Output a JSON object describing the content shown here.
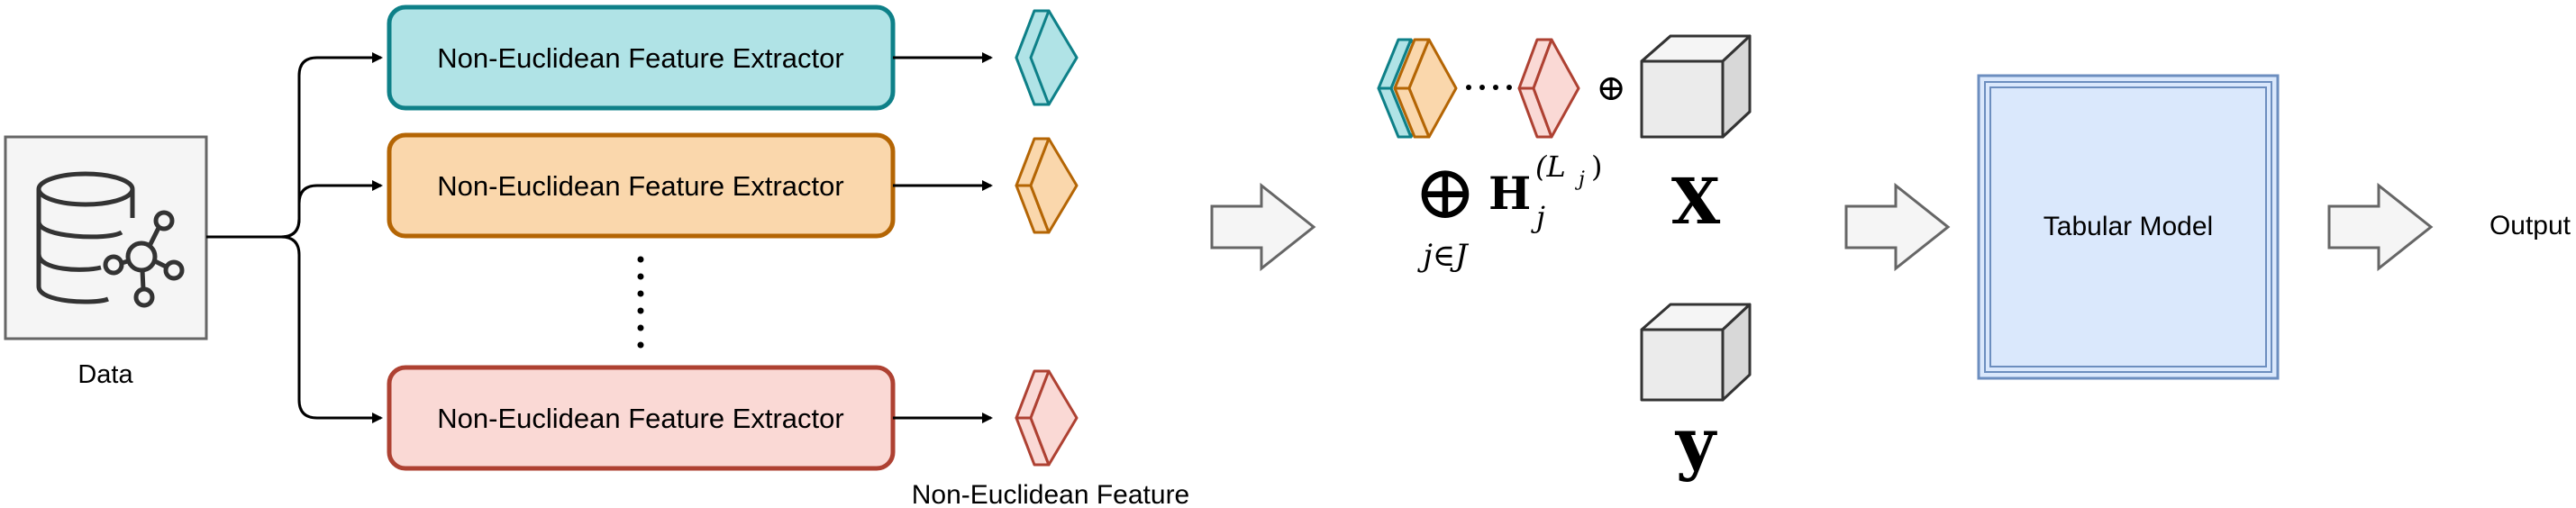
{
  "data_label": "Data",
  "extractors": [
    {
      "label": "Non-Euclidean Feature Extractor",
      "fill": "#b0e3e6",
      "stroke": "#0e8088"
    },
    {
      "label": "Non-Euclidean Feature Extractor",
      "fill": "#fad7ac",
      "stroke": "#b46504"
    },
    {
      "label": "Non-Euclidean Feature Extractor",
      "fill": "#fad9d5",
      "stroke": "#ae4132"
    }
  ],
  "feature_label": "Non-Euclidean Feature",
  "math": {
    "oplus": "⊕",
    "H": "H",
    "j_sub": "j",
    "L": "(L",
    "L_sub": "j",
    "L_close": ")",
    "j_in_J": "j∈J",
    "X": "X",
    "y": "y"
  },
  "tabular_model_label": "Tabular Model",
  "output_label": "Output",
  "colors": {
    "teal": "#b0e3e6",
    "orange": "#fad7ac",
    "red": "#fad9d5",
    "tabular_fill": "#dae8fc",
    "tabular_stroke": "#6c8ebf"
  }
}
